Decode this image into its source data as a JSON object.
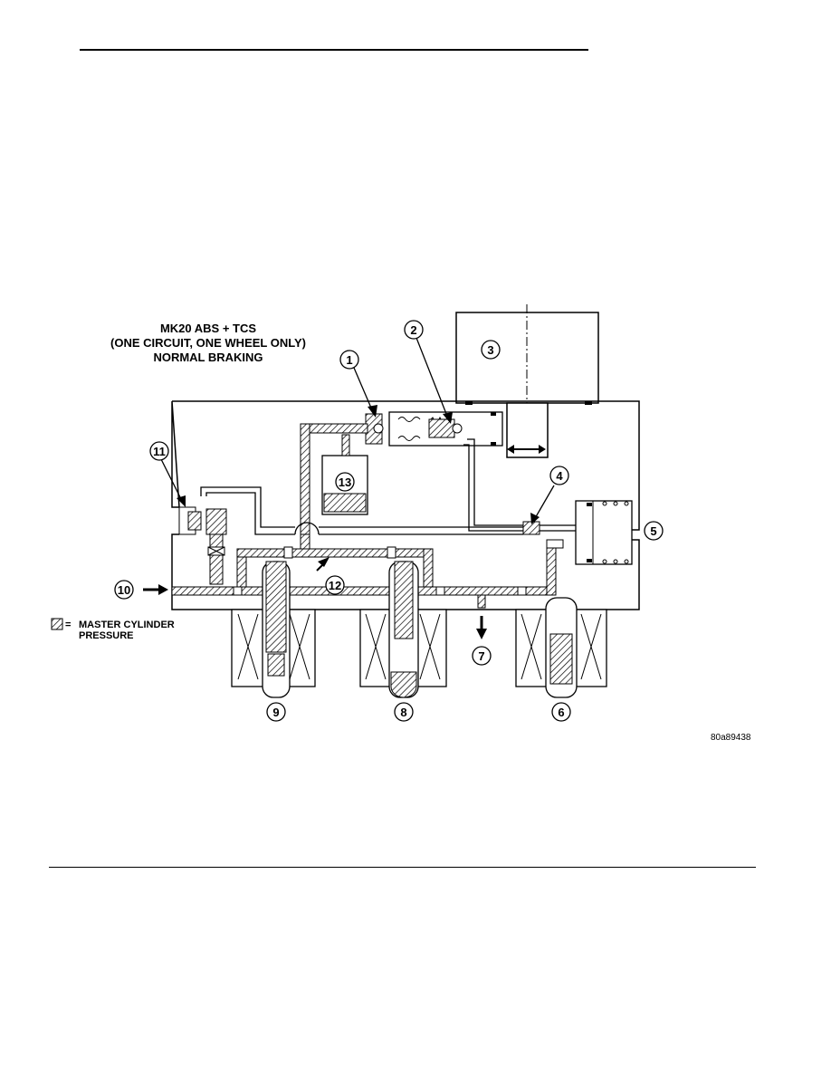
{
  "title": {
    "line1": "MK20 ABS + TCS",
    "line2": "(ONE CIRCUIT, ONE WHEEL ONLY)",
    "line3": "NORMAL BRAKING"
  },
  "legend": {
    "equals": "=",
    "line1": "MASTER CYLINDER",
    "line2": "PRESSURE"
  },
  "callouts": [
    "1",
    "2",
    "3",
    "4",
    "5",
    "6",
    "7",
    "8",
    "9",
    "10",
    "11",
    "12",
    "13"
  ],
  "figure_id": "80a89438"
}
